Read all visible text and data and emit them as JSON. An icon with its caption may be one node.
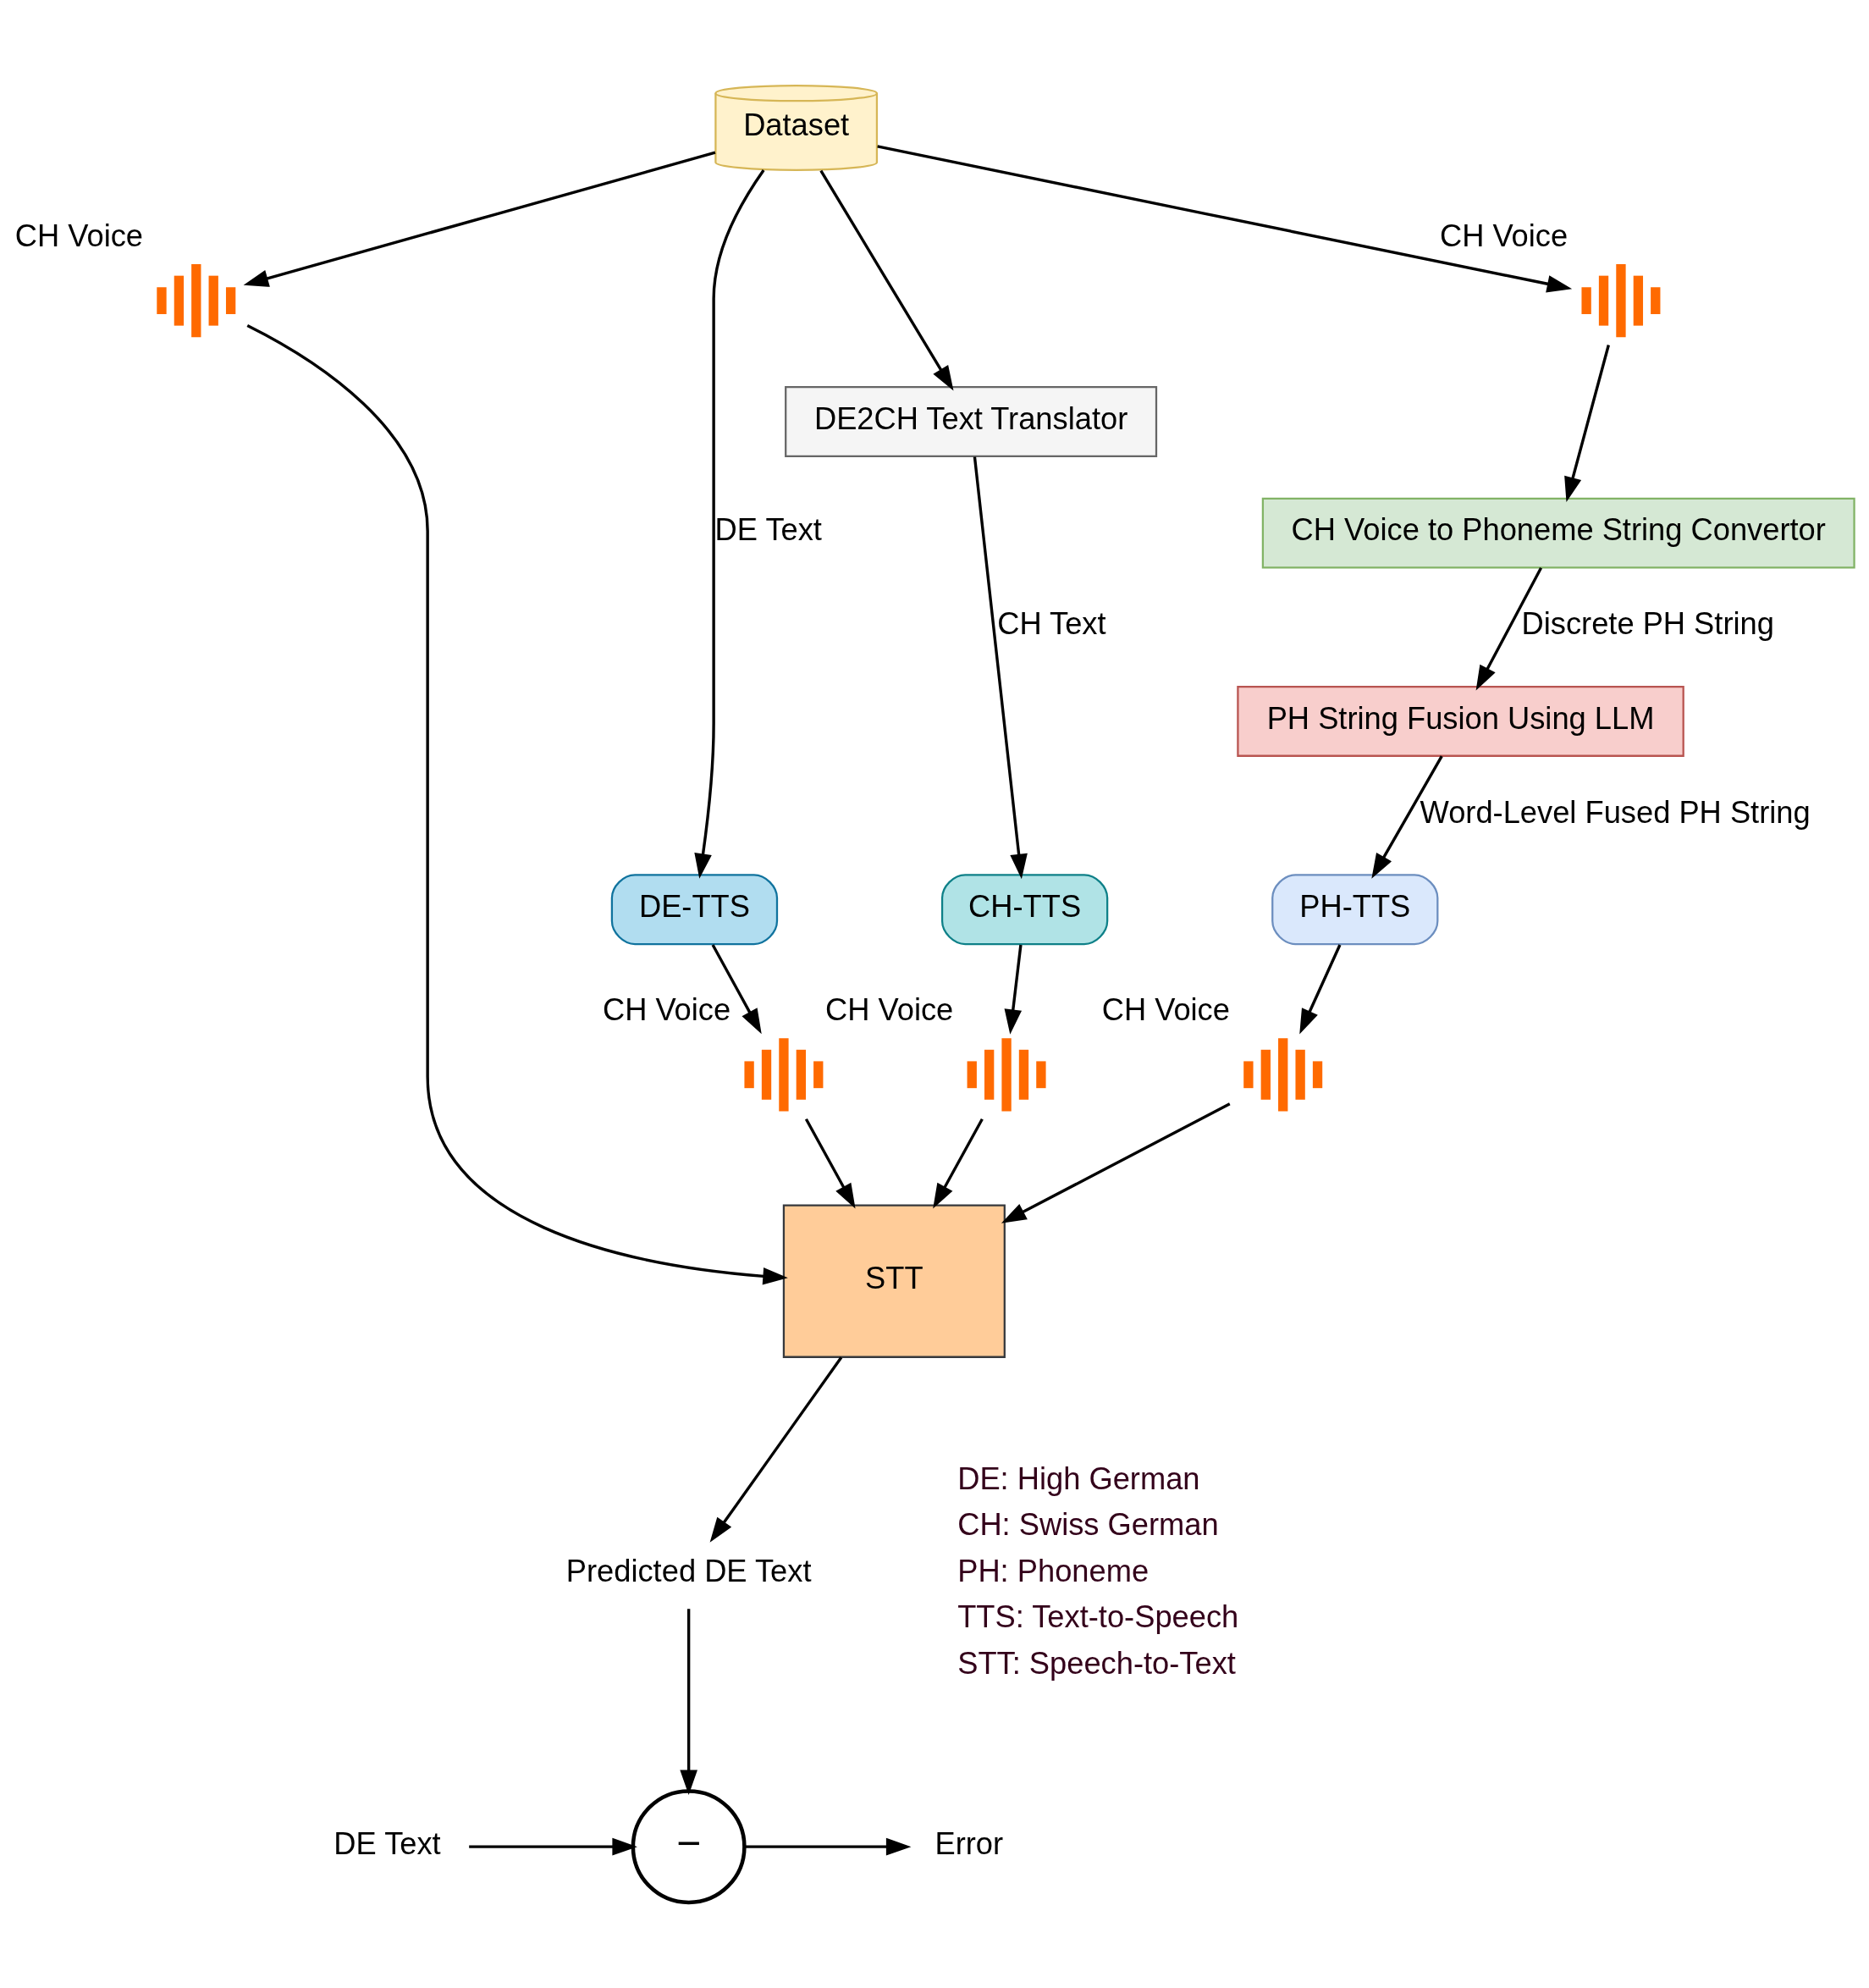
{
  "diagram": {
    "nodes": [
      {
        "text": [
          "Dataset"
        ]
      },
      {
        "text": [],
        "shape": "picture",
        "beside": [
          "CH Voice"
        ]
      },
      {
        "text": [],
        "shape": "picture",
        "beside": [
          "CH Voice"
        ]
      },
      {
        "text": [
          "CH Voice to Phoneme String Convertor"
        ]
      },
      {
        "text": [
          "DE2CH Text Translator"
        ]
      },
      {
        "text": [
          "PH String Fusion Using LLM"
        ]
      },
      {
        "text": [
          "DE-TTS"
        ]
      },
      {
        "text": [
          "CH-TTS"
        ]
      },
      {
        "text": [
          "PH-TTS"
        ]
      },
      {
        "text": [],
        "shape": "picture",
        "beside": [
          "CH Voice"
        ]
      },
      {
        "text": [],
        "shape": "picture",
        "beside": [
          "CH Voice"
        ]
      },
      {
        "text": [],
        "shape": "picture",
        "beside": [
          "CH Voice"
        ]
      },
      {
        "text": [
          "STT"
        ]
      },
      {
        "text": [
          "Predicted DE Text"
        ]
      },
      {
        "text": [
          "DE Text"
        ]
      },
      {
        "text": [
          "−"
        ]
      },
      {
        "text": [
          "Error"
        ]
      }
    ],
    "edges": [
      {
        "from": 0,
        "to": 1,
        "arrow": "to"
      },
      {
        "from": 1,
        "to": 12,
        "arrow": "to"
      },
      {
        "from": 0,
        "to": 2,
        "arrow": "to"
      },
      {
        "from": 2,
        "to": 3,
        "arrow": "to"
      },
      {
        "from": 0,
        "to": 6,
        "arrow": "to",
        "label": "DE Text"
      },
      {
        "from": 0,
        "to": 4,
        "arrow": "to"
      },
      {
        "from": 4,
        "to": 7,
        "arrow": "to",
        "label": "CH Text"
      },
      {
        "from": 3,
        "to": 5,
        "arrow": "to",
        "label": "Discrete PH String"
      },
      {
        "from": 5,
        "to": 8,
        "arrow": "to",
        "label": "Word-Level Fused PH String"
      },
      {
        "from": 6,
        "to": 9,
        "arrow": "to"
      },
      {
        "from": 7,
        "to": 10,
        "arrow": "to"
      },
      {
        "from": 8,
        "to": 11,
        "arrow": "to"
      },
      {
        "from": 9,
        "to": 12,
        "arrow": "to"
      },
      {
        "from": 10,
        "to": 12,
        "arrow": "to"
      },
      {
        "from": 11,
        "to": 12,
        "arrow": "to"
      },
      {
        "from": 12,
        "to": 13,
        "arrow": "to"
      },
      {
        "from": 13,
        "to": 15,
        "arrow": "to"
      },
      {
        "from": 14,
        "to": 15,
        "arrow": "to"
      },
      {
        "from": 15,
        "to": 16,
        "arrow": "to"
      }
    ],
    "labels": [
      "DE: High German",
      "CH: Swiss German",
      "PH: Phoneme",
      "TTS: Text-to-Speech",
      "STT: Speech-to-Text"
    ]
  }
}
